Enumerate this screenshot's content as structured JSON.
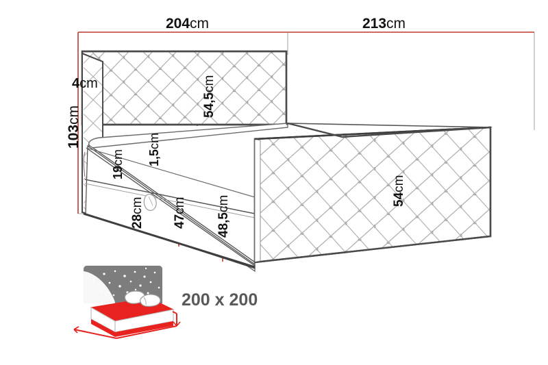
{
  "drawing": {
    "title": "Bed technical dimension drawing",
    "background_color": "#ffffff",
    "dimension_line_color": "#c0392b",
    "outline_color": "#4a4a4a",
    "quilt_color": "#9a9a9a",
    "label_color": "#111111",
    "caption_color": "#595959"
  },
  "dimensions": {
    "top_width_left": {
      "value": "204",
      "unit": "cm",
      "orientation": "horizontal"
    },
    "top_width_right": {
      "value": "213",
      "unit": "cm",
      "orientation": "horizontal"
    },
    "total_height": {
      "value": "103",
      "unit": "cm",
      "orientation": "vertical"
    },
    "headboard_top_offset": {
      "value": "4",
      "unit": "cm",
      "orientation": "horizontal"
    },
    "headboard_height": {
      "value": "54,5",
      "unit": "cm",
      "orientation": "vertical"
    },
    "mattress_top": {
      "value": "19",
      "unit": "cm",
      "orientation": "vertical"
    },
    "topper_thickness": {
      "value": "1,5",
      "unit": "cm",
      "orientation": "vertical"
    },
    "base_height": {
      "value": "28",
      "unit": "cm",
      "orientation": "vertical"
    },
    "side_height": {
      "value": "47",
      "unit": "cm",
      "orientation": "vertical"
    },
    "footboard_inner": {
      "value": "48,5",
      "unit": "cm",
      "orientation": "vertical"
    },
    "footboard_height": {
      "value": "54",
      "unit": "cm",
      "orientation": "vertical"
    }
  },
  "inset": {
    "icon_name": "bed-with-starry-headboard-icon",
    "mattress_color": "#e8231f",
    "headboard_color": "#787878",
    "arrow_color": "#e8231f",
    "caption": "200 x 200"
  }
}
